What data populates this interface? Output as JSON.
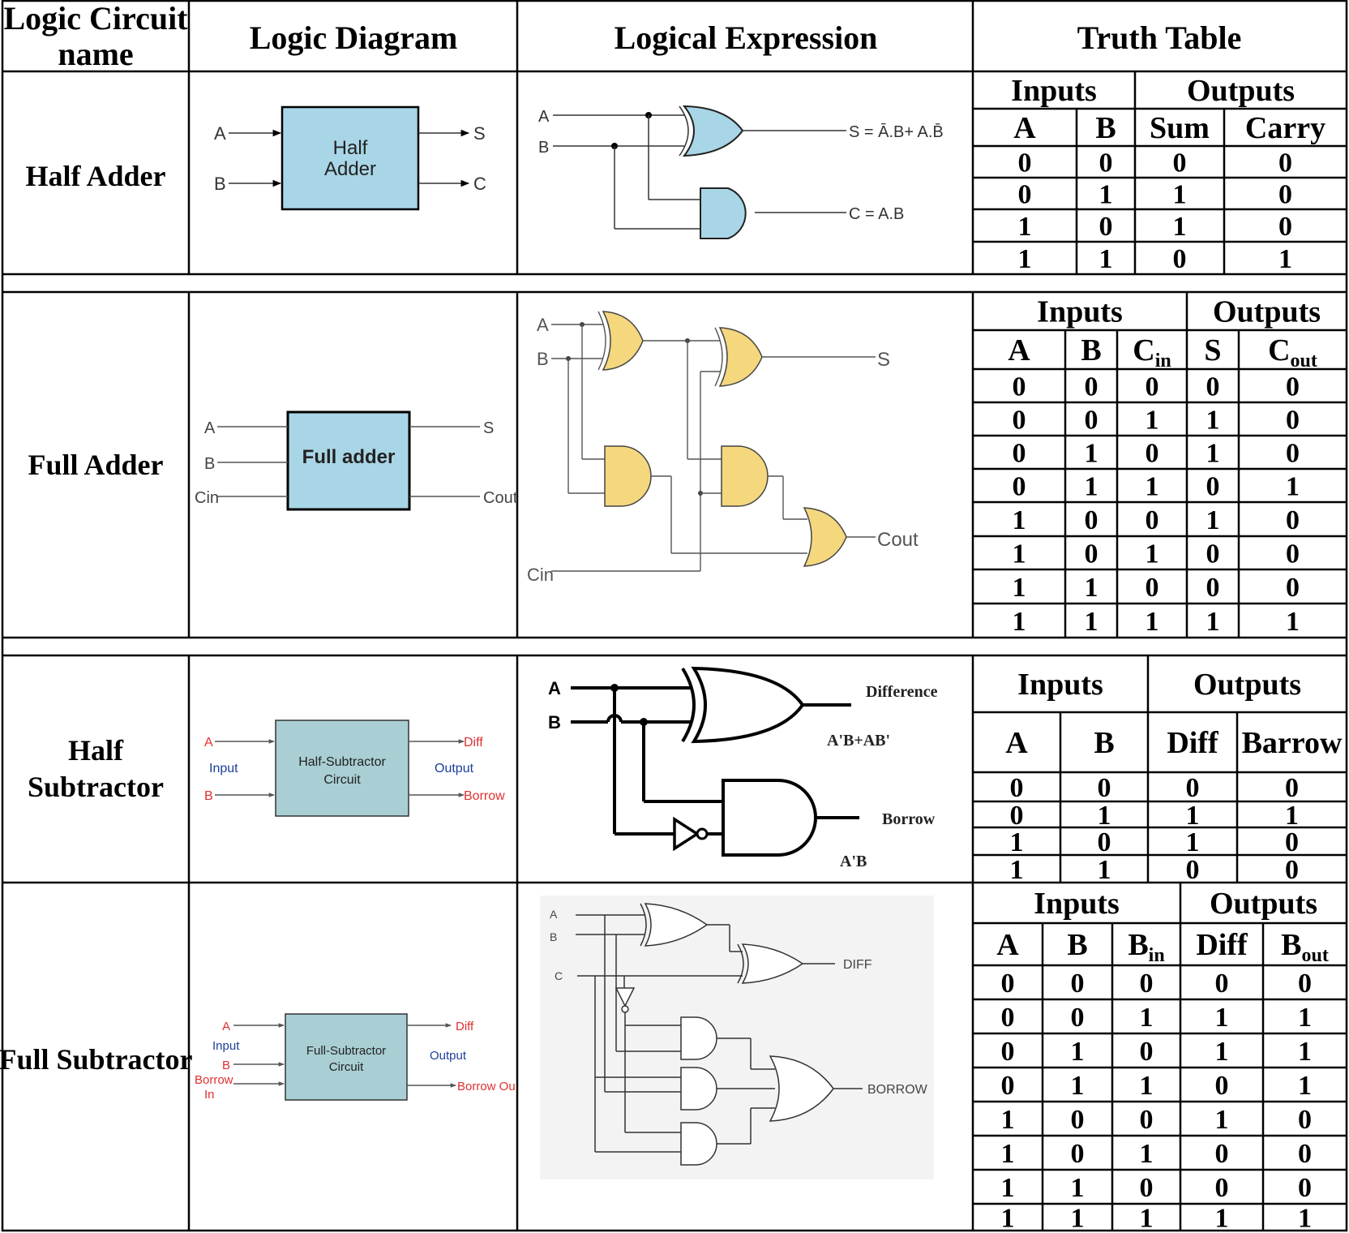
{
  "headers": {
    "name": [
      "Logic Circuit",
      "name"
    ],
    "diagram": "Logic Diagram",
    "expression": "Logical Expression",
    "truth_table": "Truth Table"
  },
  "rows": [
    {
      "name": [
        "Half Adder"
      ],
      "block": {
        "label": [
          "Half",
          "Adder"
        ],
        "inputs": [
          "A",
          "B"
        ],
        "outputs": [
          "S",
          "C"
        ],
        "color": "#a9d6e6"
      },
      "expression": {
        "in_a": "A",
        "in_b": "B",
        "sum": "S = Ā.B+ A.B̄",
        "carry": "C = A.B",
        "gate_color": "#a9d6e6"
      },
      "truth": {
        "inputs_label": "Inputs",
        "outputs_label": "Outputs",
        "columns": [
          "A",
          "B",
          "Sum",
          "Carry"
        ],
        "rows": [
          [
            "0",
            "0",
            "0",
            "0"
          ],
          [
            "0",
            "1",
            "1",
            "0"
          ],
          [
            "1",
            "0",
            "1",
            "0"
          ],
          [
            "1",
            "1",
            "0",
            "1"
          ]
        ]
      }
    },
    {
      "name": [
        "Full Adder"
      ],
      "block": {
        "label": [
          "Full adder"
        ],
        "inputs": [
          "A",
          "B",
          "Cin"
        ],
        "outputs": [
          "S",
          "Cout"
        ],
        "color": "#a9d6e6"
      },
      "expression": {
        "in_a": "A",
        "in_b": "B",
        "in_c": "Cin",
        "sum": "S",
        "carry": "Cout",
        "gate_color": "#f5d77e"
      },
      "truth": {
        "inputs_label": "Inputs",
        "outputs_label": "Outputs",
        "columns": [
          "A",
          "B",
          "Cin",
          "S",
          "Cout"
        ],
        "rows": [
          [
            "0",
            "0",
            "0",
            "0",
            "0"
          ],
          [
            "0",
            "0",
            "1",
            "1",
            "0"
          ],
          [
            "0",
            "1",
            "0",
            "1",
            "0"
          ],
          [
            "0",
            "1",
            "1",
            "0",
            "1"
          ],
          [
            "1",
            "0",
            "0",
            "1",
            "0"
          ],
          [
            "1",
            "0",
            "1",
            "0",
            "0"
          ],
          [
            "1",
            "1",
            "0",
            "0",
            "0"
          ],
          [
            "1",
            "1",
            "1",
            "1",
            "1"
          ]
        ]
      }
    },
    {
      "name": [
        "Half",
        "Subtractor"
      ],
      "block": {
        "label": [
          "Half-Subtractor",
          "Circuit"
        ],
        "inputs": [
          "A",
          "B"
        ],
        "outputs": [
          "Diff",
          "Borrow"
        ],
        "input_label": "Input",
        "output_label": "Output",
        "color": "#a9cfd4"
      },
      "expression": {
        "in_a": "A",
        "in_b": "B",
        "diff_label": "Difference",
        "diff_expr": "A'B+AB'",
        "borrow_label": "Borrow",
        "borrow_expr": "A'B"
      },
      "truth": {
        "inputs_label": "Inputs",
        "outputs_label": "Outputs",
        "columns": [
          "A",
          "B",
          "Diff",
          "Barrow"
        ],
        "rows": [
          [
            "0",
            "0",
            "0",
            "0"
          ],
          [
            "0",
            "1",
            "1",
            "1"
          ],
          [
            "1",
            "0",
            "1",
            "0"
          ],
          [
            "1",
            "1",
            "0",
            "0"
          ]
        ]
      }
    },
    {
      "name": [
        "Full Subtractor"
      ],
      "block": {
        "label": [
          "Full-Subtractor",
          "Circuit"
        ],
        "inputs": [
          "A",
          "B",
          "Borrow",
          "In"
        ],
        "outputs": [
          "Diff",
          "Borrow Ou"
        ],
        "input_label": "Input",
        "output_label": "Output",
        "color": "#a9cfd4"
      },
      "expression": {
        "in_a": "A",
        "in_b": "B",
        "in_c": "C",
        "diff": "DIFF",
        "borrow": "BORROW"
      },
      "truth": {
        "inputs_label": "Inputs",
        "outputs_label": "Outputs",
        "columns": [
          "A",
          "B",
          "Bin",
          "Diff",
          "Bout"
        ],
        "rows": [
          [
            "0",
            "0",
            "0",
            "0",
            "0"
          ],
          [
            "0",
            "0",
            "1",
            "1",
            "1"
          ],
          [
            "0",
            "1",
            "0",
            "1",
            "1"
          ],
          [
            "0",
            "1",
            "1",
            "0",
            "1"
          ],
          [
            "1",
            "0",
            "0",
            "1",
            "0"
          ],
          [
            "1",
            "0",
            "1",
            "0",
            "0"
          ],
          [
            "1",
            "1",
            "0",
            "0",
            "0"
          ],
          [
            "1",
            "1",
            "1",
            "1",
            "1"
          ]
        ]
      }
    }
  ]
}
